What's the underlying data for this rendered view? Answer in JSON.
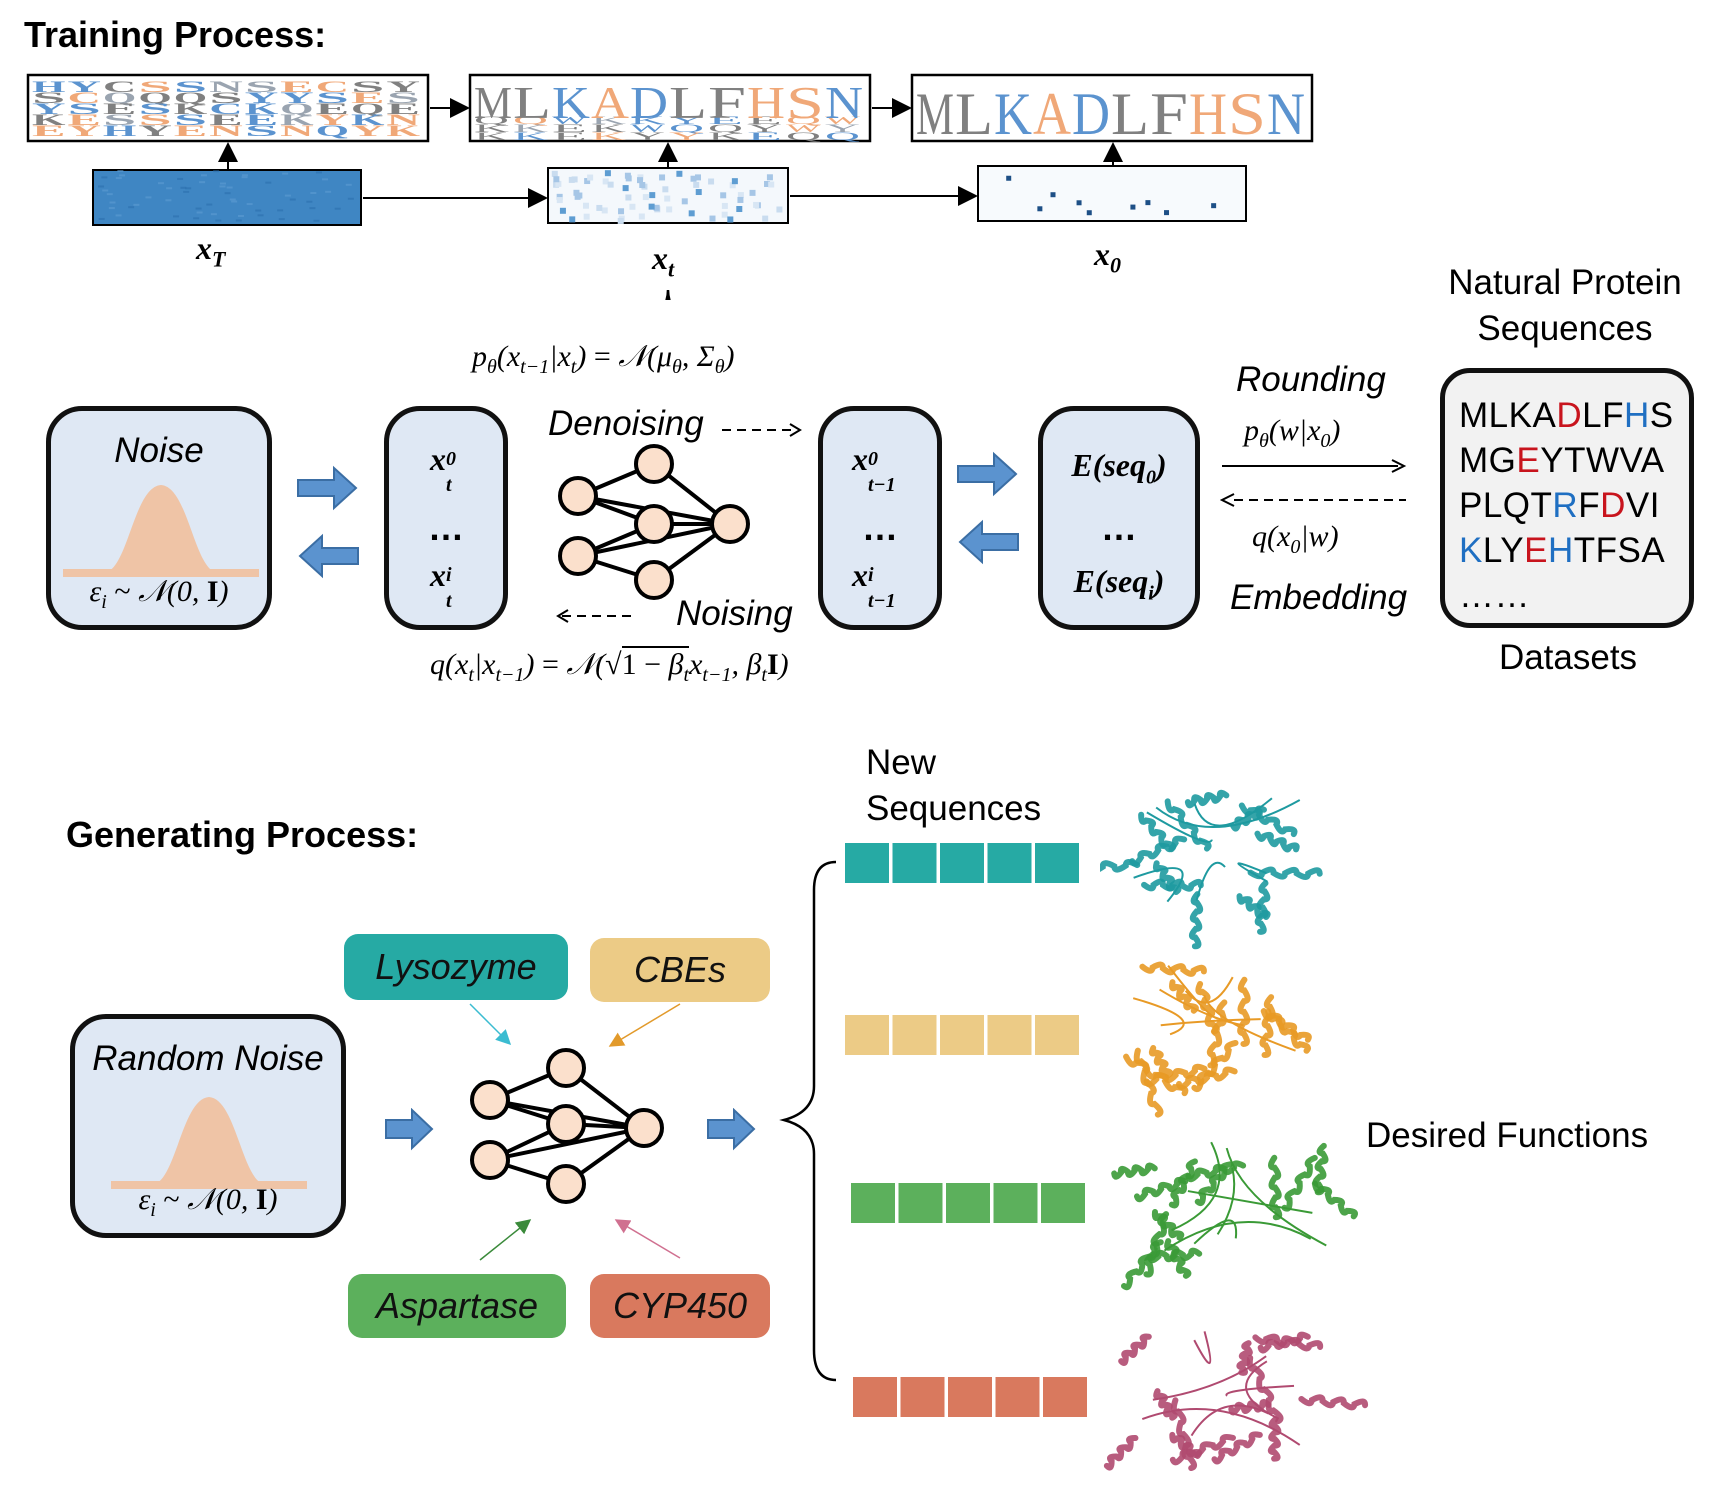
{
  "training": {
    "title": "Training Process:",
    "x_labels": [
      "x_T",
      "x_t",
      "x_0"
    ],
    "logo_sequence_mid": "MLKADLFHSN",
    "logo_sequence_final": "MLKADLFHSN",
    "reverse_equation": "pθ(xₜ₋₁|xₜ) = 𝒩(μθ, Σθ)",
    "forward_equation": "q(xₜ|xₜ₋₁) = 𝒩(√1 − βₜxₜ₋₁, βₜI)",
    "noise_box": {
      "title": "Noise",
      "formula": "εi ~ 𝒩(0, I)"
    },
    "xt_box": {
      "top": "xₜ⁰",
      "dots": "…",
      "bottom": "xₜⁱ"
    },
    "xt1_box": {
      "top": "xₜ₋₁⁰",
      "dots": "…",
      "bottom": "xₜ₋₁ⁱ"
    },
    "embed_box": {
      "top": "E(seq₀)",
      "dots": "…",
      "bottom": "E(seqᵢ)"
    },
    "denoising_label": "Denoising",
    "noising_label": "Noising",
    "rounding_label": "Rounding",
    "rounding_formula": "pθ(w|x₀)",
    "embedding_formula": "q(x₀|w)",
    "embedding_label": "Embedding",
    "natural_title_line1": "Natural Protein",
    "natural_title_line2": "Sequences",
    "datasets_label": "Datasets",
    "dataset_lines": [
      [
        [
          "MLK",
          "n"
        ],
        [
          "A",
          "n"
        ],
        [
          "D",
          "r"
        ],
        [
          "LF",
          "n"
        ],
        [
          "H",
          "k"
        ],
        [
          "S",
          "n"
        ]
      ],
      [
        [
          "MG",
          "n"
        ],
        [
          "E",
          "r"
        ],
        [
          "YTWVA",
          "n"
        ]
      ],
      [
        [
          "PLQT",
          "n"
        ],
        [
          "R",
          "k"
        ],
        [
          "F",
          "n"
        ],
        [
          "D",
          "r"
        ],
        [
          "VI",
          "n"
        ]
      ],
      [
        [
          "K",
          "k"
        ],
        [
          "LY",
          "n"
        ],
        [
          "E",
          "r"
        ],
        [
          "H",
          "k"
        ],
        [
          "TFSA",
          "n"
        ]
      ],
      [
        [
          "……",
          "n"
        ]
      ]
    ]
  },
  "generating": {
    "title": "Generating Process:",
    "random_noise_box": {
      "title": "Random Noise",
      "formula": "εi ~ 𝒩(0, I)"
    },
    "conditions": [
      {
        "label": "Lysozyme",
        "color": "#26aaa4"
      },
      {
        "label": "CBEs",
        "color": "#eccb86"
      },
      {
        "label": "Aspartase",
        "color": "#5cb05c"
      },
      {
        "label": "CYP450",
        "color": "#d9795e"
      }
    ],
    "new_sequences_line1": "New",
    "new_sequences_line2": "Sequences",
    "sequence_colors": [
      "#26aaa4",
      "#eccb86",
      "#5cb05c",
      "#d9795e"
    ],
    "structure_colors": [
      "#1e9aa0",
      "#e89a26",
      "#3a9a36",
      "#b04a70"
    ],
    "desired_functions": "Desired Functions"
  },
  "colors": {
    "box_fill": "#dfe8f4",
    "gaussian": "#efc4a6",
    "node_fill": "#fbe0cc",
    "block_arrow": "#5b93cf",
    "noise_heatmap": "#3f86c3"
  }
}
